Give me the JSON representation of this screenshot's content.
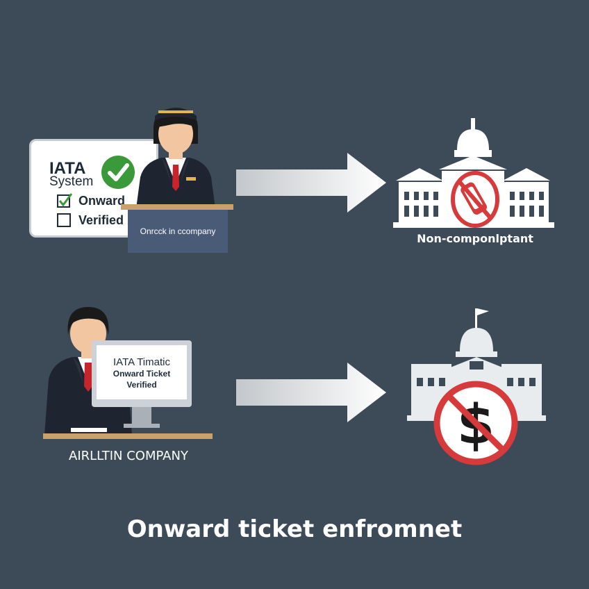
{
  "top_row": {
    "panel": {
      "line1": "IATA",
      "line2": "System",
      "check1": "Onward",
      "check2": "Verified"
    },
    "desk_label": "Onrcck in ccompany",
    "building_label": "Non-componlptant"
  },
  "bottom_row": {
    "monitor": {
      "line1": "IATA Timatic",
      "line2": "Onward Ticket",
      "line3": "Verified"
    },
    "desk_label": "AIRLLTIN COMPANY"
  },
  "caption": "Onward ticket enfromnet",
  "colors": {
    "background": "#3d4a58",
    "check_green": "#3a9a3a",
    "prohibit_red": "#d63a3a",
    "suit": "#1f2530",
    "tie": "#c8242c",
    "desk_top": "#c9a16a",
    "desk_front": "#4a5b78"
  },
  "icons": [
    "check-circle-icon",
    "checkbox-checked-icon",
    "checkbox-empty-icon",
    "arrow-right-icon",
    "government-building-icon",
    "no-phone-icon",
    "no-money-icon",
    "monitor-icon",
    "agent-person-icon"
  ]
}
